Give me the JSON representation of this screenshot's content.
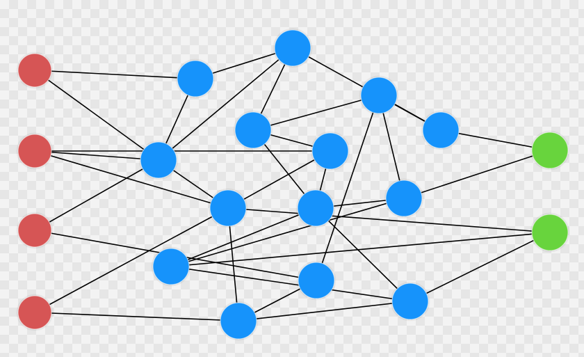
{
  "colors": {
    "input": "#d65454",
    "hidden": "#1593fb",
    "output": "#68d43e",
    "edge": "#000000"
  },
  "nodes": [
    {
      "id": "in1",
      "role": "input"
    },
    {
      "id": "in2",
      "role": "input"
    },
    {
      "id": "in3",
      "role": "input"
    },
    {
      "id": "in4",
      "role": "input"
    },
    {
      "id": "h1",
      "role": "hidden"
    },
    {
      "id": "h2",
      "role": "hidden"
    },
    {
      "id": "h3",
      "role": "hidden"
    },
    {
      "id": "h4",
      "role": "hidden"
    },
    {
      "id": "h5",
      "role": "hidden"
    },
    {
      "id": "h6",
      "role": "hidden"
    },
    {
      "id": "h7",
      "role": "hidden"
    },
    {
      "id": "h8",
      "role": "hidden"
    },
    {
      "id": "h9",
      "role": "hidden"
    },
    {
      "id": "h10",
      "role": "hidden"
    },
    {
      "id": "h11",
      "role": "hidden"
    },
    {
      "id": "h12",
      "role": "hidden"
    },
    {
      "id": "h13",
      "role": "hidden"
    },
    {
      "id": "h14",
      "role": "hidden"
    },
    {
      "id": "out1",
      "role": "output"
    },
    {
      "id": "out2",
      "role": "output"
    }
  ],
  "edges": [
    [
      "in1",
      "h1"
    ],
    [
      "in1",
      "h3"
    ],
    [
      "in2",
      "h3"
    ],
    [
      "in2",
      "h7"
    ],
    [
      "in2",
      "h10"
    ],
    [
      "in3",
      "h3"
    ],
    [
      "in3",
      "h12"
    ],
    [
      "in4",
      "h10"
    ],
    [
      "in4",
      "h13"
    ],
    [
      "h1",
      "h2"
    ],
    [
      "h1",
      "h3"
    ],
    [
      "h2",
      "h3"
    ],
    [
      "h2",
      "h6"
    ],
    [
      "h2",
      "h4"
    ],
    [
      "h3",
      "h10"
    ],
    [
      "h4",
      "h7"
    ],
    [
      "h4",
      "h8"
    ],
    [
      "h4",
      "h5"
    ],
    [
      "h5",
      "h6"
    ],
    [
      "h5",
      "h9"
    ],
    [
      "h6",
      "out1"
    ],
    [
      "h5",
      "h12"
    ],
    [
      "h7",
      "h8"
    ],
    [
      "h7",
      "h10"
    ],
    [
      "h8",
      "h11"
    ],
    [
      "h8",
      "h14"
    ],
    [
      "h8",
      "h9"
    ],
    [
      "h9",
      "out1"
    ],
    [
      "h9",
      "h11"
    ],
    [
      "h10",
      "out2"
    ],
    [
      "h10",
      "h13"
    ],
    [
      "h11",
      "out2"
    ],
    [
      "h11",
      "h14"
    ],
    [
      "h12",
      "h13"
    ],
    [
      "h13",
      "h14"
    ],
    [
      "h14",
      "out2"
    ]
  ]
}
